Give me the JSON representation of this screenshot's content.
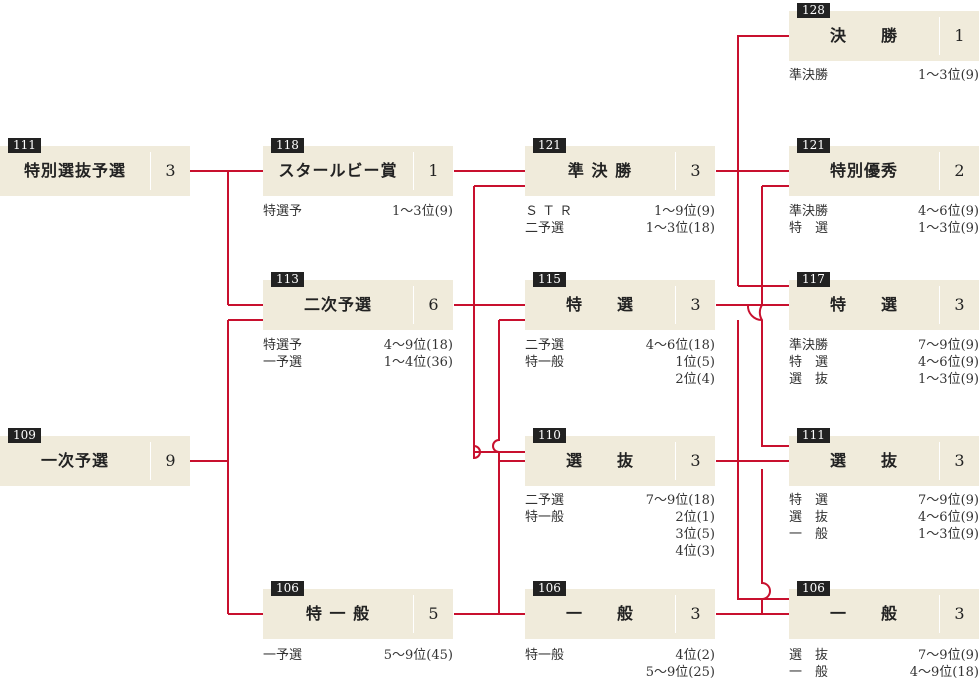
{
  "accent_color": "#c8102e",
  "races": {
    "r_tokubetsu_senbatsu": {
      "num": "111",
      "name": "特別選抜予選",
      "count": "3",
      "details": []
    },
    "r_ichiji": {
      "num": "109",
      "name": "一次予選",
      "count": "9",
      "details": []
    },
    "r_star": {
      "num": "118",
      "name": "スタールビー賞",
      "count": "1",
      "details": [
        {
          "label": "特選予",
          "value": "1～3位(9)"
        }
      ]
    },
    "r_niji": {
      "num": "113",
      "name": "二次予選",
      "count": "6",
      "details": [
        {
          "label": "特選予",
          "value": "4～9位(18)"
        },
        {
          "label": "一予選",
          "value": "1～4位(36)"
        }
      ]
    },
    "r_tokuippan": {
      "num": "106",
      "name": "特 一 般",
      "count": "5",
      "details": [
        {
          "label": "一予選",
          "value": "5～9位(45)"
        }
      ]
    },
    "r_junkessho": {
      "num": "121",
      "name": "準 決 勝",
      "count": "3",
      "details": [
        {
          "label": "Ｓ Ｔ Ｒ",
          "value": "1～9位(9)"
        },
        {
          "label": "二予選",
          "value": "1～3位(18)"
        }
      ]
    },
    "r_tokusen_a": {
      "num": "115",
      "name": "特　　選",
      "count": "3",
      "details": [
        {
          "label": "二予選",
          "value": "4～6位(18)"
        },
        {
          "label": "特一般",
          "value": "1位(5)"
        },
        {
          "label": "",
          "value": "2位(4)"
        }
      ]
    },
    "r_senbatsu_a": {
      "num": "110",
      "name": "選　　抜",
      "count": "3",
      "details": [
        {
          "label": "二予選",
          "value": "7～9位(18)"
        },
        {
          "label": "特一般",
          "value": "2位(1)"
        },
        {
          "label": "",
          "value": "3位(5)"
        },
        {
          "label": "",
          "value": "4位(3)"
        }
      ]
    },
    "r_ippan_a": {
      "num": "106",
      "name": "一　　般",
      "count": "3",
      "details": [
        {
          "label": "特一般",
          "value": "4位(2)"
        },
        {
          "label": "",
          "value": "5～9位(25)"
        }
      ]
    },
    "r_kessho": {
      "num": "128",
      "name": "決　　勝",
      "count": "1",
      "details": [
        {
          "label": "準決勝",
          "value": "1～3位(9)"
        }
      ]
    },
    "r_tokubetsu_yushu": {
      "num": "121",
      "name": "特別優秀",
      "count": "2",
      "details": [
        {
          "label": "準決勝",
          "value": "4～6位(9)"
        },
        {
          "label": "特　選",
          "value": "1～3位(9)"
        }
      ]
    },
    "r_tokusen_b": {
      "num": "117",
      "name": "特　　選",
      "count": "3",
      "details": [
        {
          "label": "準決勝",
          "value": "7～9位(9)"
        },
        {
          "label": "特　選",
          "value": "4～6位(9)"
        },
        {
          "label": "選　抜",
          "value": "1～3位(9)"
        }
      ]
    },
    "r_senbatsu_b": {
      "num": "111",
      "name": "選　　抜",
      "count": "3",
      "details": [
        {
          "label": "特　選",
          "value": "7～9位(9)"
        },
        {
          "label": "選　抜",
          "value": "4～6位(9)"
        },
        {
          "label": "一　般",
          "value": "1～3位(9)"
        }
      ]
    },
    "r_ippan_b": {
      "num": "106",
      "name": "一　　般",
      "count": "3",
      "details": [
        {
          "label": "選　抜",
          "value": "7～9位(9)"
        },
        {
          "label": "一　般",
          "value": "4～9位(18)"
        }
      ]
    }
  }
}
